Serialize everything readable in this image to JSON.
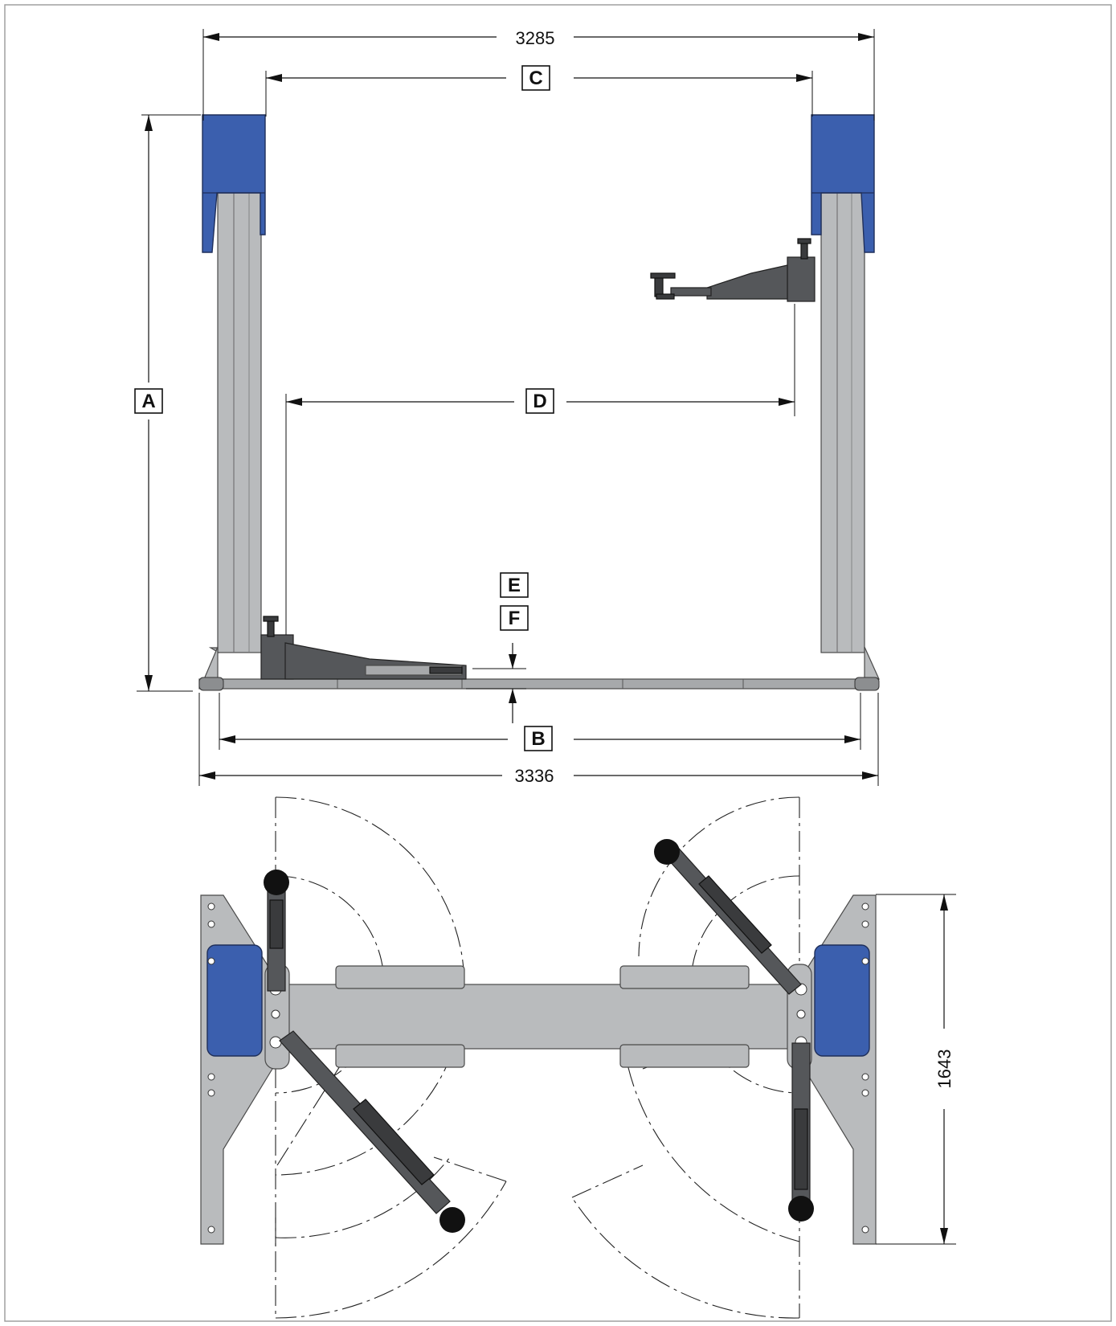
{
  "dimensions": {
    "top_width": "3285",
    "bottom_width": "3336",
    "depth": "1643"
  },
  "labels": {
    "a": "A",
    "b": "B",
    "c": "C",
    "d": "D",
    "e": "E",
    "f": "F"
  },
  "colors": {
    "column": "#b9bbbd",
    "motor_cover": "#3b5fae",
    "arm": "#55575a",
    "pad": "#111111",
    "frame": "#9a9a9a"
  }
}
